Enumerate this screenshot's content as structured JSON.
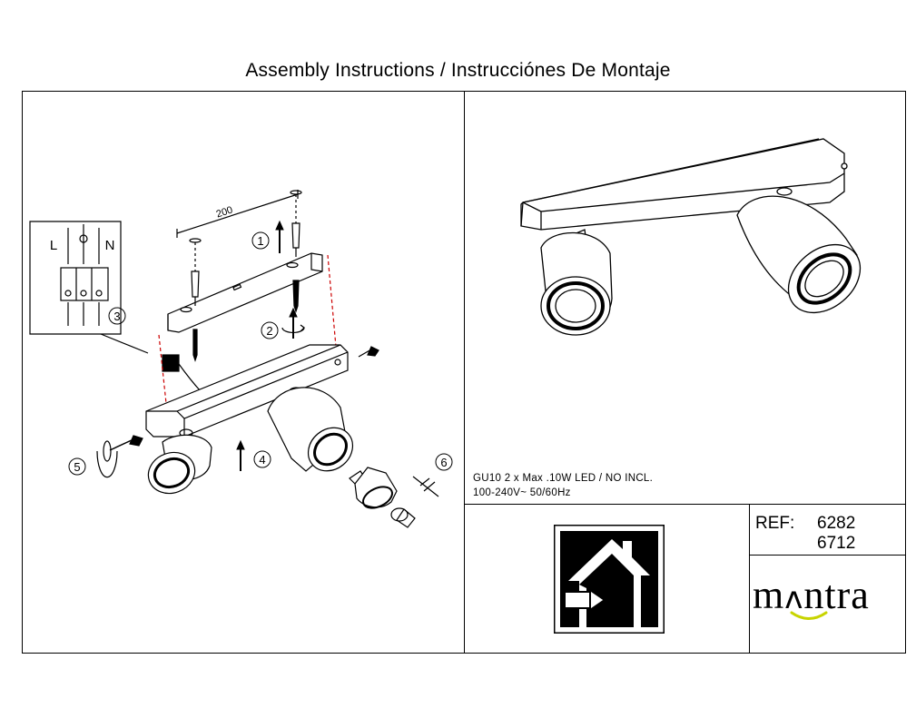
{
  "header": {
    "title": "Assembly Instructions / Instrucciónes De Montaje"
  },
  "diagram": {
    "dimension": "200",
    "wiring_labels": [
      "L",
      "N"
    ],
    "steps": [
      "1",
      "2",
      "3",
      "4",
      "5",
      "6"
    ]
  },
  "specs": {
    "line1": "GU10 2 x Max .10W LED / NO INCL.",
    "line2": "100-240V~ 50/60Hz"
  },
  "reference": {
    "label": "REF:",
    "codes": [
      "6282",
      "6712"
    ]
  },
  "brand": {
    "prefix": "m",
    "glyph": "ʌ",
    "suffix": "ntra",
    "accent_color": "#c8d400"
  },
  "icon": {
    "name": "indoor-use-icon"
  }
}
